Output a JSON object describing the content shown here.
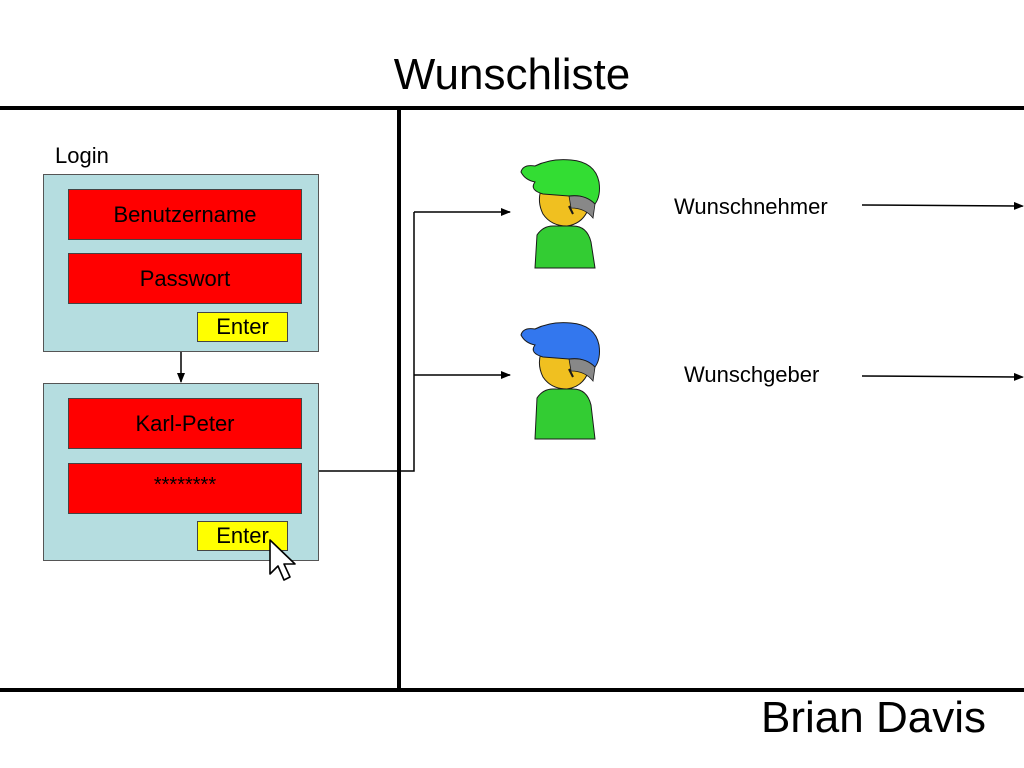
{
  "title": "Wunschliste",
  "author": "Brian Davis",
  "login_panel": {
    "label": "Login",
    "username_placeholder": "Benutzername",
    "password_placeholder": "Passwort",
    "enter_label": "Enter"
  },
  "filled_panel": {
    "username_value": "Karl-Peter",
    "password_value": "********",
    "enter_label": "Enter"
  },
  "roles": [
    {
      "label": "Wunschnehmer",
      "cap_color": "#33dd33"
    },
    {
      "label": "Wunschgeber",
      "cap_color": "#3377ee"
    }
  ],
  "colors": {
    "panel_bg": "#b5dde0",
    "field_bg": "#ff0000",
    "button_bg": "#ffff00",
    "body_color": "#33cc33",
    "face_color": "#f0c020"
  },
  "icons": {
    "cursor": "mouse-pointer-icon",
    "avatar": "person-with-cap-icon"
  }
}
